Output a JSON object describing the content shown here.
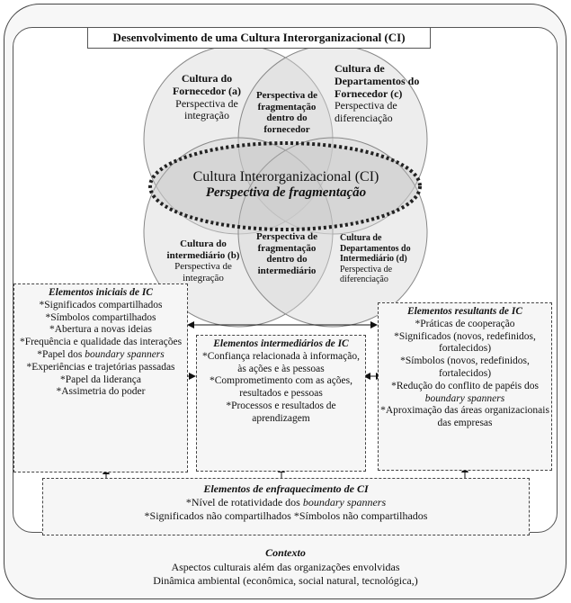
{
  "title": "Desenvolvimento de uma Cultura Interorganizacional (CI)",
  "circles": {
    "fornecedor": {
      "label": "Cultura do Fornecedor (a)",
      "sub": "Perspectiva de integração"
    },
    "dep_fornecedor": {
      "label": "Cultura de Departamentos do Fornecedor (c)",
      "sub": "Perspectiva de diferenciação"
    },
    "intermediario": {
      "label": "Cultura do intermediário (b)",
      "sub": "Perspectiva de integração"
    },
    "dep_intermediario": {
      "label": "Cultura de Departamentos do Intermediário (d)",
      "sub": "Perspectiva de diferenciação"
    },
    "overlap_top": "Perspectiva de fragmentação dentro do fornecedor",
    "overlap_bottom": "Perspectiva de fragmentação dentro do intermediário"
  },
  "center": {
    "title": "Cultura Interorganizacional (CI)",
    "sub": "Perspectiva de fragmentação"
  },
  "iniciais": {
    "title": "Elementos iniciais de IC",
    "items": [
      "*Significados compartilhados",
      "*Símbolos compartilhados",
      "*Abertura a novas ideias",
      "*Frequência e qualidade das interações",
      "*Papel dos",
      "boundary spanners",
      "*Experiências e trajetórias passadas",
      "*Papel da liderança",
      "*Assimetria do poder"
    ]
  },
  "intermediarios": {
    "title": "Elementos intermediários de IC",
    "items": [
      "*Confiança relacionada à informação, às ações e às pessoas",
      "*Comprometimento com as ações, resultados e pessoas",
      "*Processos e resultados de aprendizagem"
    ]
  },
  "resultantes": {
    "title": "Elementos resultants de IC",
    "items": [
      "*Práticas de cooperação",
      "*Significados (novos, redefinidos, fortalecidos)",
      "*Símbolos (novos, redefinidos, fortalecidos)",
      "*Redução do conflito de papéis dos",
      "boundary spanners",
      "*Aproximação das áreas organizacionais das empresas"
    ]
  },
  "enfraquecimento": {
    "title": "Elementos de enfraquecimento de CI",
    "line1": "*Nível de rotatividade dos",
    "line1_italic": "boundary spanners",
    "line2": "*Significados não compartilhados *Símbolos não compartilhados"
  },
  "contexto": {
    "title": "Contexto",
    "line1": "Aspectos culturais além das organizações envolvidas",
    "line2": "Dinâmica ambiental (econômica, social natural, tecnológica,)"
  }
}
